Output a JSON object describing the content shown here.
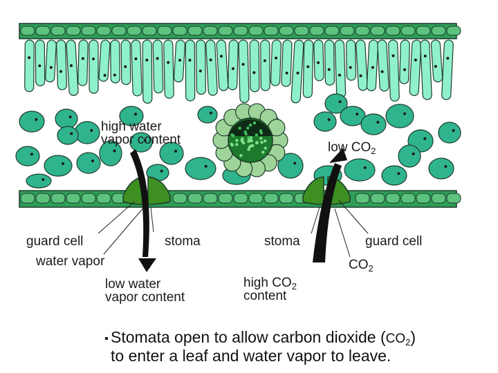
{
  "labels": {
    "high_water_1": "high water",
    "high_water_2": "vapor content",
    "low_co2_main": "low CO",
    "low_co2_sub": "2",
    "guard_cell_left": "guard cell",
    "stoma_left": "stoma",
    "water_vapor": "water vapor",
    "stoma_right": "stoma",
    "guard_cell_right": "guard cell",
    "co2_main": "CO",
    "co2_sub": "2",
    "low_water_1": "low water",
    "low_water_2": "vapor content",
    "high_co2_main": "high CO",
    "high_co2_sub": "2",
    "high_co2_2": "content"
  },
  "caption": {
    "line1_a": "Stomata open to allow carbon dioxide (",
    "line1_co": "CO",
    "line1_sub": "2",
    "line1_b": ")",
    "line2": "to enter a leaf and water vapor to leave."
  },
  "colors": {
    "epidermis": "#2e9e58",
    "palisade": "#8ff0cc",
    "spongy": "#2fb48e",
    "outline": "#1f3a2a",
    "guard_cell": "#3d8f22",
    "vein_ring": "#9ed49a",
    "vein_core": "#1c7a2c",
    "arrow": "#111111"
  }
}
